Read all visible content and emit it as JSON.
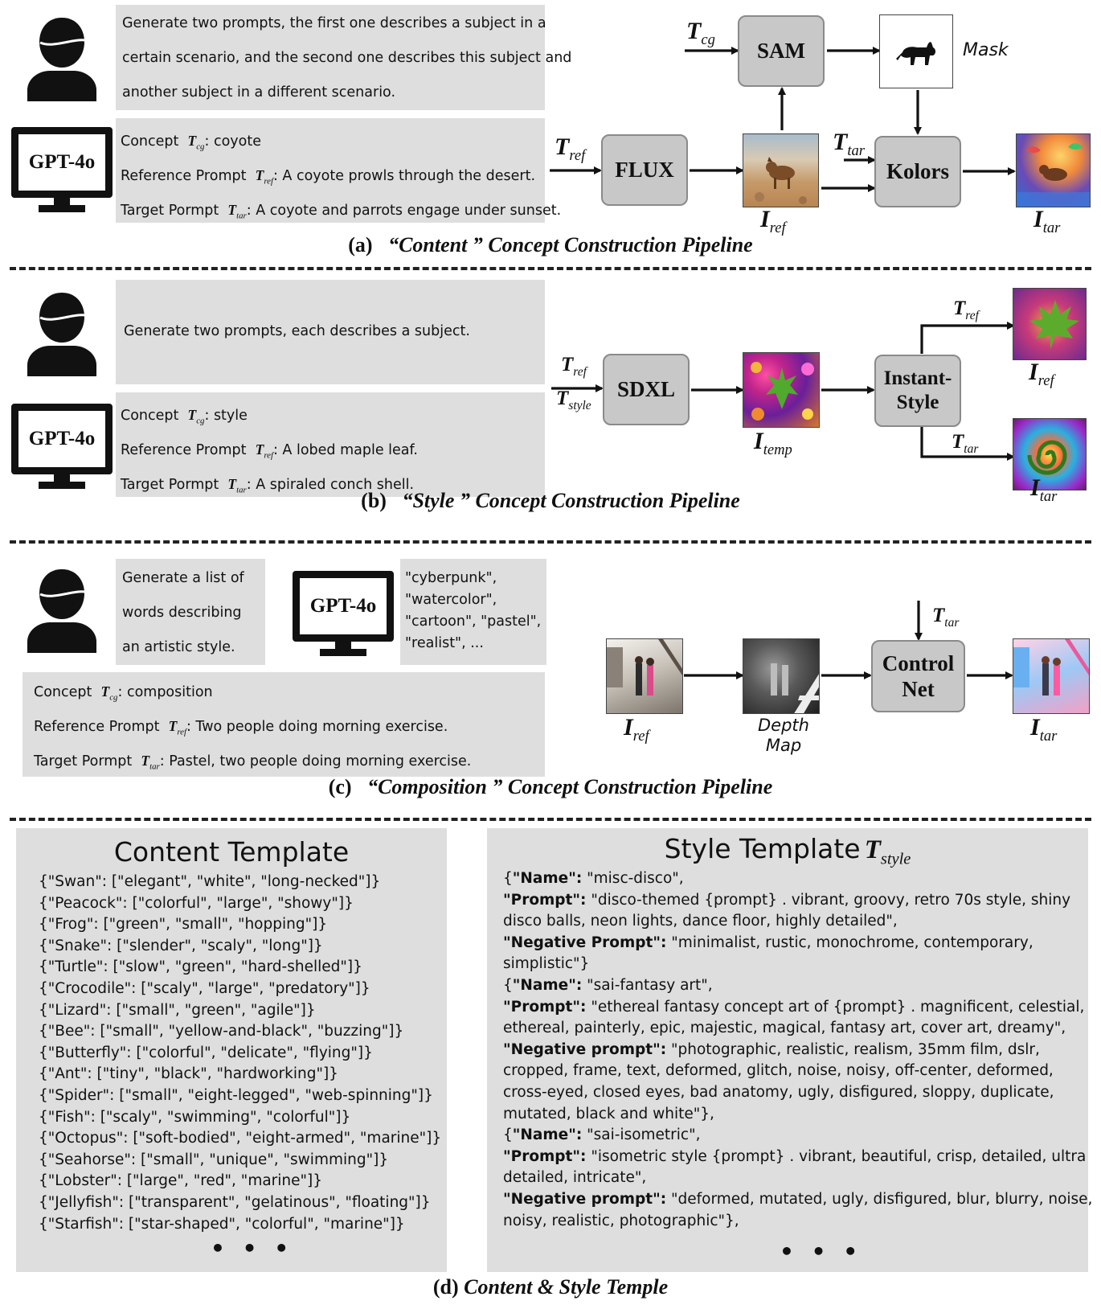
{
  "panel_a": {
    "user_prompt": [
      "Generate two prompts, the first one describes a subject in a",
      "certain scenario, and the second one describes this subject and",
      "another subject in a different scenario."
    ],
    "gpt_label": "GPT-4o",
    "concept_label": "Concept",
    "concept_value": ": coyote",
    "ref_label": "Reference Prompt",
    "ref_value": ": A coyote prowls through the desert.",
    "tar_label": "Target Pormpt",
    "tar_value": ": A coyote and parrots engage under sunset.",
    "models": {
      "flux": "FLUX",
      "sam": "SAM",
      "kolors": "Kolors"
    },
    "mask_label": "Mask",
    "caption_prefix": "(a)",
    "caption_text": "“Content ” Concept Construction Pipeline"
  },
  "panel_b": {
    "user_prompt": "Generate two prompts, each describes a subject.",
    "gpt_label": "GPT-4o",
    "concept_label": "Concept",
    "concept_value": ": style",
    "ref_label": "Reference Prompt",
    "ref_value": ": A lobed maple leaf.",
    "tar_label": "Target Pormpt",
    "tar_value": ": A spiraled conch shell.",
    "models": {
      "sdxl": "SDXL",
      "instant_1": "Instant-",
      "instant_2": "Style"
    },
    "caption_prefix": "(b)",
    "caption_text": "“Style ” Concept Construction Pipeline"
  },
  "panel_c": {
    "user_prompt": [
      "Generate  a  list  of",
      "words    describing",
      "an artistic style."
    ],
    "gpt_label": "GPT-4o",
    "gpt_output": [
      "\"cyberpunk\",",
      "\"watercolor\",",
      "\"cartoon\", \"pastel\",",
      "\"realist\", ..."
    ],
    "concept_label": "Concept",
    "concept_value": ": composition",
    "ref_label": "Reference Prompt",
    "ref_value": ": Two people doing morning exercise.",
    "tar_label": "Target Pormpt",
    "tar_value": ": Pastel, two people doing morning exercise.",
    "models": {
      "control_1": "Control",
      "control_2": "Net"
    },
    "depth_1": "Depth",
    "depth_2": "Map",
    "caption_prefix": "(c)",
    "caption_text": "“Composition ” Concept Construction Pipeline"
  },
  "symbols": {
    "T": "T",
    "I": "I",
    "cg": "cg",
    "ref": "ref",
    "tar": "tar",
    "style": "style",
    "temp": "temp"
  },
  "content_template": {
    "title": "Content Template",
    "lines": [
      "{\"Swan\": [\"elegant\", \"white\", \"long-necked\"]}",
      "{\"Peacock\": [\"colorful\", \"large\", \"showy\"]}",
      "{\"Frog\": [\"green\", \"small\", \"hopping\"]}",
      "{\"Snake\": [\"slender\", \"scaly\", \"long\"]}",
      "{\"Turtle\": [\"slow\", \"green\", \"hard-shelled\"]}",
      "{\"Crocodile\": [\"scaly\", \"large\", \"predatory\"]}",
      "{\"Lizard\": [\"small\", \"green\", \"agile\"]}",
      "{\"Bee\": [\"small\", \"yellow-and-black\", \"buzzing\"]}",
      "{\"Butterfly\": [\"colorful\", \"delicate\", \"flying\"]}",
      "{\"Ant\": [\"tiny\", \"black\", \"hardworking\"]}",
      "{\"Spider\": [\"small\", \"eight-legged\", \"web-spinning\"]}",
      "{\"Fish\": [\"scaly\", \"swimming\", \"colorful\"]}",
      "{\"Octopus\": [\"soft-bodied\", \"eight-armed\", \"marine\"]}",
      "{\"Seahorse\": [\"small\", \"unique\", \"swimming\"]}",
      "{\"Lobster\": [\"large\", \"red\", \"marine\"]}",
      "{\"Jellyfish\": [\"transparent\", \"gelatinous\", \"floating\"]}",
      "{\"Starfish\": [\"star-shaped\", \"colorful\", \"marine\"]}"
    ],
    "ellipsis": "• • •"
  },
  "style_template": {
    "title": "Style Template",
    "lines": [
      {
        "pre": "{",
        "key": "\"Name\":",
        "val": " \"misc-disco\","
      },
      {
        "pre": "",
        "key": "\"Prompt\":",
        "val": " \"disco-themed {prompt} . vibrant, groovy, retro 70s style, shiny"
      },
      {
        "pre": "",
        "key": "",
        "val": "disco balls, neon lights, dance floor, highly detailed\","
      },
      {
        "pre": "",
        "key": "\"Negative Prompt\":",
        "val": " \"minimalist, rustic, monochrome, contemporary,"
      },
      {
        "pre": "",
        "key": "",
        "val": "simplistic\"}"
      },
      {
        "pre": "{",
        "key": "\"Name\":",
        "val": " \"sai-fantasy art\","
      },
      {
        "pre": "",
        "key": "\"Prompt\":",
        "val": " \"ethereal fantasy concept art of  {prompt} . magnificent, celestial,"
      },
      {
        "pre": "",
        "key": "",
        "val": "ethereal, painterly, epic, majestic, magical, fantasy art, cover art, dreamy\","
      },
      {
        "pre": "",
        "key": "\"Negative prompt\":",
        "val": " \"photographic, realistic, realism, 35mm film, dslr,"
      },
      {
        "pre": "",
        "key": "",
        "val": "cropped, frame, text, deformed, glitch, noise, noisy, off-center, deformed,"
      },
      {
        "pre": "",
        "key": "",
        "val": "cross-eyed, closed eyes, bad anatomy, ugly, disfigured, sloppy, duplicate,"
      },
      {
        "pre": "",
        "key": "",
        "val": "mutated, black and white\"},"
      },
      {
        "pre": "{",
        "key": "\"Name\":",
        "val": " \"sai-isometric\","
      },
      {
        "pre": "",
        "key": "\"Prompt\":",
        "val": " \"isometric style {prompt} . vibrant, beautiful, crisp, detailed, ultra"
      },
      {
        "pre": "",
        "key": "",
        "val": "detailed, intricate\","
      },
      {
        "pre": "",
        "key": "\"Negative prompt\":",
        "val": " \"deformed, mutated, ugly, disfigured, blur, blurry, noise,"
      },
      {
        "pre": "",
        "key": "",
        "val": "noisy, realistic, photographic\"},"
      }
    ],
    "ellipsis": "• • •"
  },
  "caption_d": {
    "prefix": "(d)",
    "text": "Content & Style Temple"
  }
}
